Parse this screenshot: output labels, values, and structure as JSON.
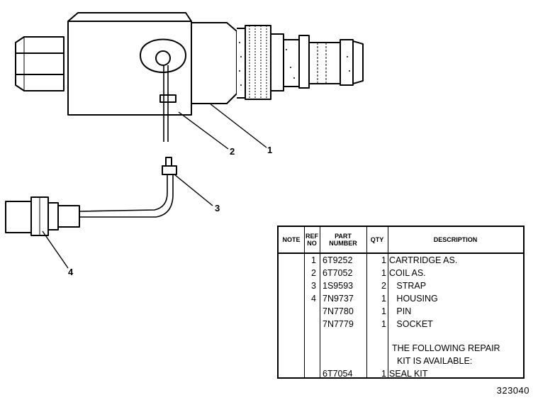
{
  "callouts": [
    "1",
    "2",
    "3",
    "4"
  ],
  "table": {
    "headers": {
      "note": "NOTE",
      "ref_no": "REF\nNO",
      "part_number": "PART\nNUMBER",
      "qty": "QTY",
      "description": "DESCRIPTION"
    },
    "rows": [
      {
        "ref": "1",
        "part": "6T9252",
        "qty": "1",
        "desc": "CARTRIDGE AS."
      },
      {
        "ref": "2",
        "part": "6T7052",
        "qty": "1",
        "desc": "COIL AS."
      },
      {
        "ref": "3",
        "part": "1S9593",
        "qty": "2",
        "desc": "   STRAP"
      },
      {
        "ref": "4",
        "part": "7N9737",
        "qty": "1",
        "desc": "   HOUSING"
      },
      {
        "ref": "",
        "part": "7N7780",
        "qty": "1",
        "desc": "   PIN"
      },
      {
        "ref": "",
        "part": "7N7779",
        "qty": "1",
        "desc": "   SOCKET"
      }
    ],
    "note_text_line1": "THE FOLLOWING REPAIR",
    "note_text_line2": "  KIT IS AVAILABLE:",
    "kit_row": {
      "ref": "",
      "part": "6T7054",
      "qty": "1",
      "desc": "SEAL KIT"
    }
  },
  "drawing_number": "323040"
}
